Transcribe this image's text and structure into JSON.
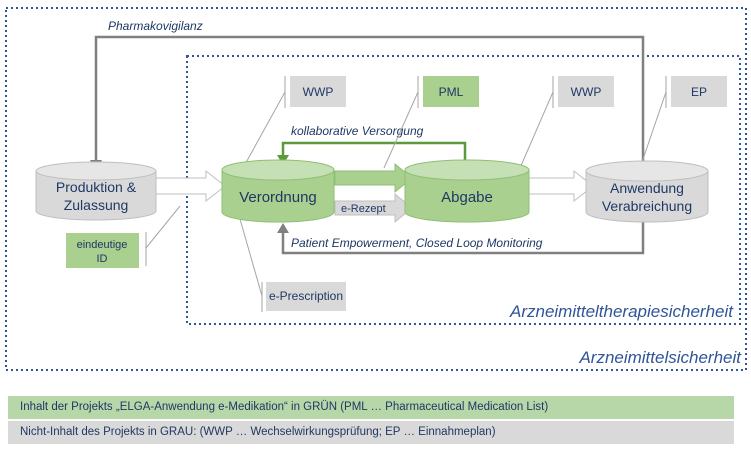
{
  "labels": {
    "pharmakovigilanz": "Pharmakovigilanz",
    "kollaborative": "kollaborative Versorgung",
    "patient_empowerment": "Patient Empowerment, Closed Loop Monitoring",
    "e_rezept": "e-Rezept",
    "arzneimitteltherapiesicherheit": "Arzneimitteltherapiesicherheit",
    "arzneimittelsicherheit": "Arzneimittelsicherheit"
  },
  "cylinders": {
    "produktion_line1": "Produktion &",
    "produktion_line2": "Zulassung",
    "verordnung": "Verordnung",
    "abgabe": "Abgabe",
    "anwendung_line1": "Anwendung",
    "anwendung_line2": "Verabreichung"
  },
  "callouts": {
    "wwp_1": "WWP",
    "pml": "PML",
    "wwp_2": "WWP",
    "ep": "EP",
    "eindeutige_line1": "eindeutige",
    "eindeutige_line2": "ID",
    "e_prescription": "e-Prescription"
  },
  "legend": {
    "green_text": "Inhalt der Projekts „ELGA-Anwendung e-Medikation“ in GRÜN (PML … Pharmaceutical Medication List)",
    "gray_text": "Nicht-Inhalt des Projekts in GRAU: (WWP … Wechselwirkungsprüfung; EP … Einnahmeplan)"
  },
  "colors": {
    "green_fill": "#a9d08e",
    "green_dark": "#70ad47",
    "gray_fill": "#d9d9d9",
    "gray_dark": "#8c8c8c",
    "navy": "#1f3864",
    "border_blue": "#2e5597",
    "arrow_gray": "#808080",
    "green_arrow": "#5b9b3c"
  }
}
